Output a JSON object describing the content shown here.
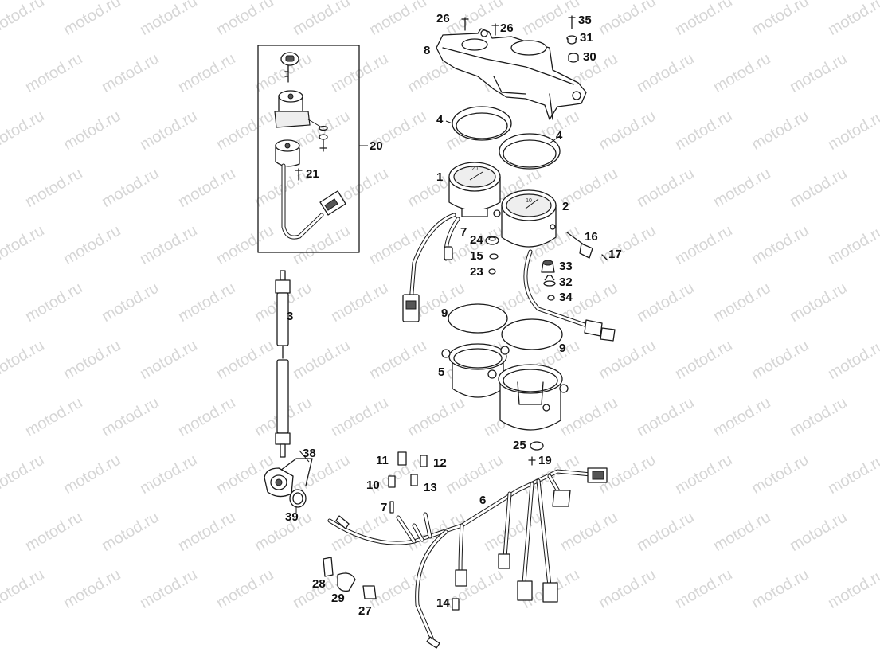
{
  "watermark": {
    "text": "motod.ru"
  },
  "callouts": {
    "c1": "1",
    "c2": "2",
    "c3": "3",
    "c4a": "4",
    "c4b": "4",
    "c5": "5",
    "c6": "6",
    "c7a": "7",
    "c7b": "7",
    "c8": "8",
    "c9a": "9",
    "c9b": "9",
    "c10": "10",
    "c11": "11",
    "c12": "12",
    "c13": "13",
    "c14": "14",
    "c15": "15",
    "c16": "16",
    "c17": "17",
    "c19": "19",
    "c20": "20",
    "c21": "21",
    "c23": "23",
    "c24": "24",
    "c25": "25",
    "c26a": "26",
    "c26b": "26",
    "c27": "27",
    "c28": "28",
    "c29": "29",
    "c30": "30",
    "c31": "31",
    "c32": "32",
    "c33": "33",
    "c34": "34",
    "c35": "35",
    "c38": "38",
    "c39": "39"
  },
  "gauge_faces": {
    "speedo_scale": "20",
    "tacho_scale": "10"
  }
}
